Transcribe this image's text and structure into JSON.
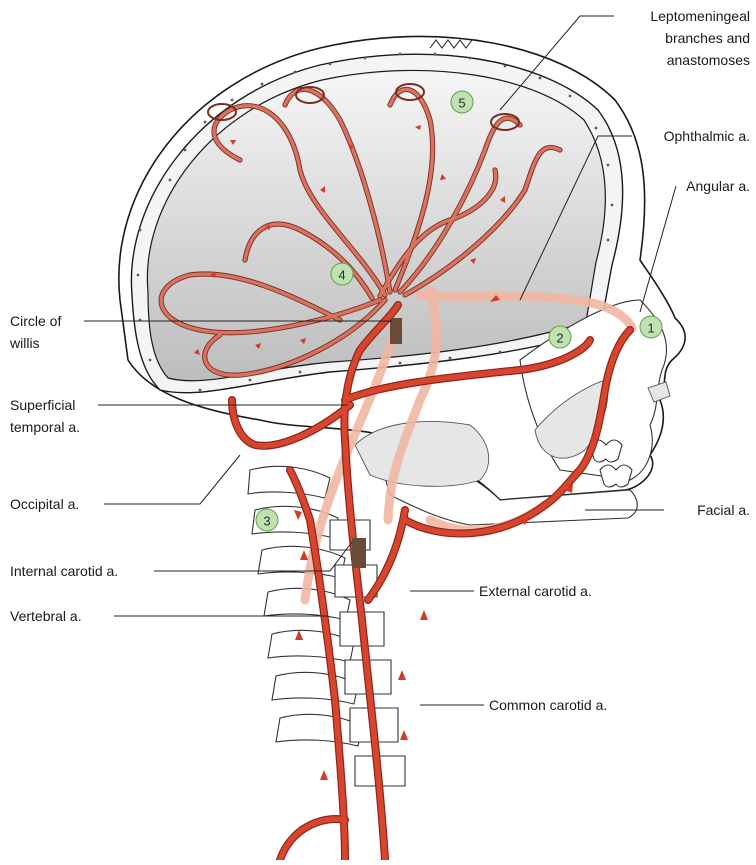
{
  "labels": {
    "leptomeningeal": [
      "Leptomeningeal",
      "branches and",
      "anastomoses"
    ],
    "ophthalmic": "Ophthalmic a.",
    "angular": "Angular a.",
    "circle_of_willis": [
      "Circle of",
      "willis"
    ],
    "superficial_temporal": [
      "Superficial",
      "temporal a."
    ],
    "occipital": "Occipital a.",
    "facial": "Facial a.",
    "internal_carotid": "Internal carotid a.",
    "external_carotid": "External carotid a.",
    "vertebral": "Vertebral a.",
    "common_carotid": "Common carotid a."
  },
  "badges": [
    "1",
    "2",
    "3",
    "4",
    "5"
  ],
  "colors": {
    "artery": "#d8452f",
    "artery_outline": "#8e2419",
    "pale_path": "#f2b6a2",
    "arrow": "#d33a24",
    "badge_fill": "#bfe3b0",
    "badge_stroke": "#5ea14a"
  }
}
